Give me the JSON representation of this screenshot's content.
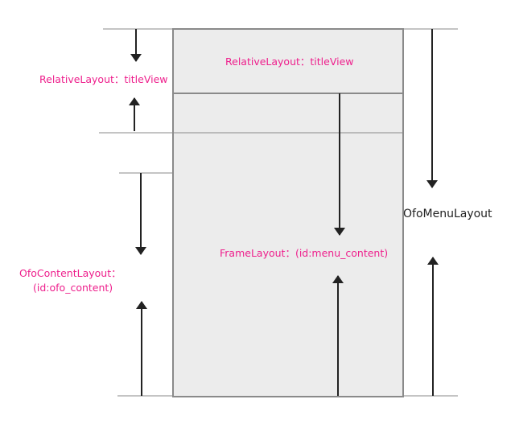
{
  "labels": {
    "title_view_inner": "RelativeLayout：titleView",
    "title_view_left": "RelativeLayout：titleView",
    "frame_layout": "FrameLayout：(id:menu_content)",
    "ofo_content_line1": "OfoContentLayout：",
    "ofo_content_line2": "(id:ofo_content)",
    "ofo_menu_layout": "OfoMenuLayout"
  },
  "colors": {
    "label_pink": "#ee1f8c",
    "label_dark": "#222222",
    "box_fill": "#ececec",
    "box_border": "#8a8a8a",
    "guide_line": "#8a8a8a",
    "arrow": "#222222"
  }
}
